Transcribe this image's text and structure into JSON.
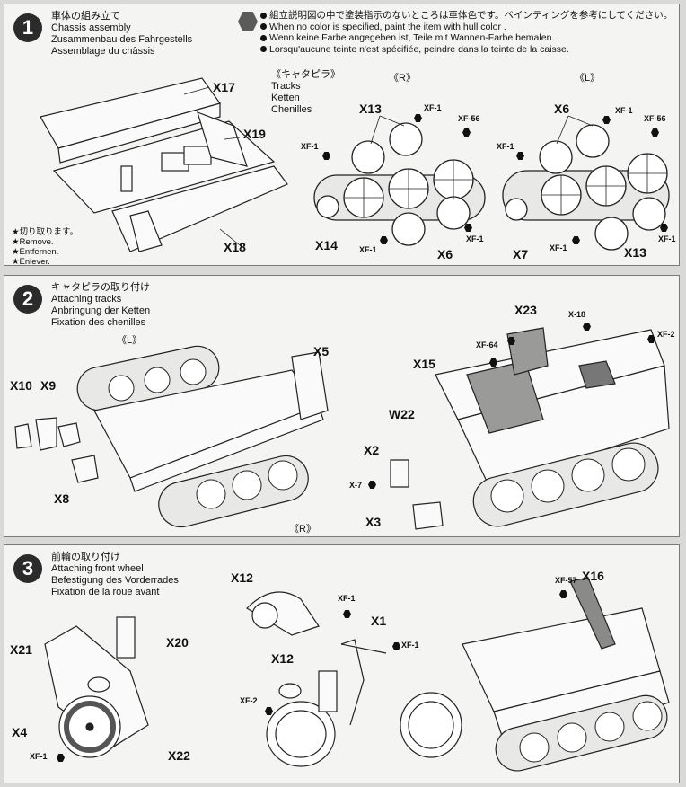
{
  "step1": {
    "number": "1",
    "title_jp": "車体の組み立て",
    "title_en": "Chassis assembly",
    "title_de": "Zusammenbau des Fahrgestells",
    "title_fr": "Assemblage du châssis",
    "paint_note_jp": "組立説明図の中で塗装指示のないところは車体色です。ペインティングを参考にしてください。",
    "paint_note_en": "When no color is specified, paint the item with hull color .",
    "paint_note_de": "Wenn keine Farbe angegeben ist, Teile mit Wannen-Farbe bemalen.",
    "paint_note_fr": "Lorsqu'aucune teinte n'est spécifiée, peindre dans la teinte de la caisse.",
    "remove_jp": "★切り取ります。",
    "remove_en": "★Remove.",
    "remove_de": "★Entfernen.",
    "remove_fr": "★Enlever.",
    "tracks_jp": "《キャタピラ》",
    "tracks_en": "Tracks",
    "tracks_de": "Ketten",
    "tracks_fr": "Chenilles",
    "right_mark": "《R》",
    "left_mark": "《L》",
    "parts": {
      "x17": "X17",
      "x19": "X19",
      "x18": "X18",
      "x13a": "X13",
      "x14": "X14",
      "x6a": "X6",
      "x6b": "X6",
      "x7": "X7",
      "x13b": "X13"
    },
    "paints": {
      "xf1a": "XF-1",
      "xf56a": "XF-56",
      "xf1b": "XF-1",
      "xf1c": "XF-1",
      "xf1d": "XF-1",
      "xf1e": "XF-1",
      "xf56b": "XF-56",
      "xf1f": "XF-1",
      "xf1g": "XF-1",
      "xf1h": "XF-1"
    }
  },
  "step2": {
    "number": "2",
    "title_jp": "キャタピラの取り付け",
    "title_en": "Attaching tracks",
    "title_de": "Anbringung der Ketten",
    "title_fr": "Fixation des chenilles",
    "left_mark": "《L》",
    "right_mark": "《R》",
    "parts": {
      "x5": "X5",
      "x10": "X10",
      "x9": "X9",
      "x8": "X8",
      "x23": "X23",
      "x15": "X15",
      "w22": "W22",
      "x2": "X2",
      "x3": "X3"
    },
    "paints": {
      "x18": "X-18",
      "xf64": "XF-64",
      "xf2": "XF-2",
      "x7": "X-7"
    }
  },
  "step3": {
    "number": "3",
    "title_jp": "前輪の取り付け",
    "title_en": "Attaching front wheel",
    "title_de": "Befestigung des Vorderrades",
    "title_fr": "Fixation de la roue avant",
    "parts": {
      "x12a": "X12",
      "x21": "X21",
      "x20": "X20",
      "x4": "X4",
      "x22": "X22",
      "x1": "X1",
      "x12b": "X12",
      "x16": "X16"
    },
    "paints": {
      "xf1a": "XF-1",
      "xf1b": "XF-1",
      "xf1c": "XF-1",
      "xf2": "XF-2",
      "xf57": "XF-57"
    }
  }
}
